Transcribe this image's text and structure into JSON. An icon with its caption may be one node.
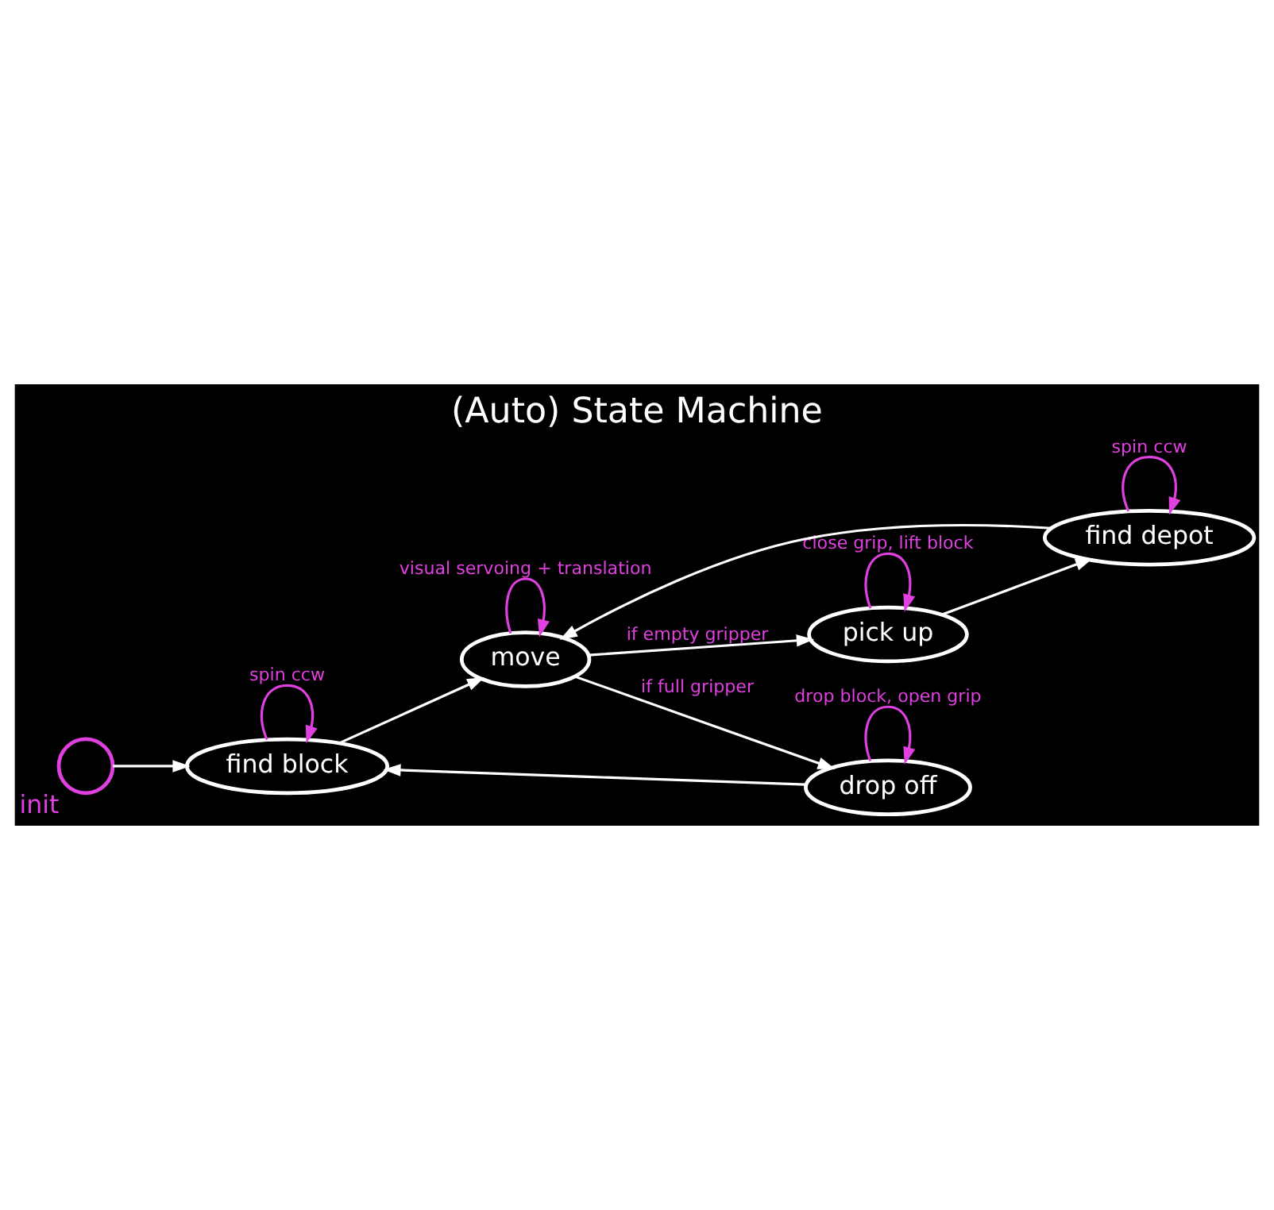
{
  "diagram": {
    "title": "(Auto) State Machine",
    "nodes": [
      {
        "text": [],
        "shape": "circle",
        "beside": [
          "init"
        ]
      },
      {
        "text": [
          "find block"
        ]
      },
      {
        "text": [
          "move"
        ]
      },
      {
        "text": [
          "pick up"
        ]
      },
      {
        "text": [
          "drop off"
        ]
      },
      {
        "text": [
          "find depot"
        ]
      }
    ],
    "edges": [
      {
        "from": 0,
        "to": 1,
        "arrow": "to"
      },
      {
        "from": 1,
        "to": 1,
        "arrow": "to",
        "label": "spin ccw",
        "color": "#e040e0"
      },
      {
        "from": 1,
        "to": 2,
        "arrow": "to"
      },
      {
        "from": 2,
        "to": 2,
        "arrow": "to",
        "label": "visual servoing + translation",
        "color": "#e040e0"
      },
      {
        "from": 2,
        "to": 4,
        "arrow": "to",
        "label": "if full gripper"
      },
      {
        "from": 2,
        "to": 3,
        "arrow": "to",
        "label": "if empty gripper"
      },
      {
        "from": 3,
        "to": 3,
        "arrow": "to",
        "label": "close grip, lift block",
        "color": "#e040e0"
      },
      {
        "from": 3,
        "to": 5,
        "arrow": "to"
      },
      {
        "from": 4,
        "to": 1,
        "arrow": "to"
      },
      {
        "from": 4,
        "to": 4,
        "arrow": "to",
        "label": "drop block, open grip",
        "color": "#e040e0"
      },
      {
        "from": 5,
        "to": 2,
        "arrow": "to"
      },
      {
        "from": 5,
        "to": 5,
        "arrow": "to",
        "label": "spin ccw",
        "color": "#e040e0"
      }
    ]
  }
}
